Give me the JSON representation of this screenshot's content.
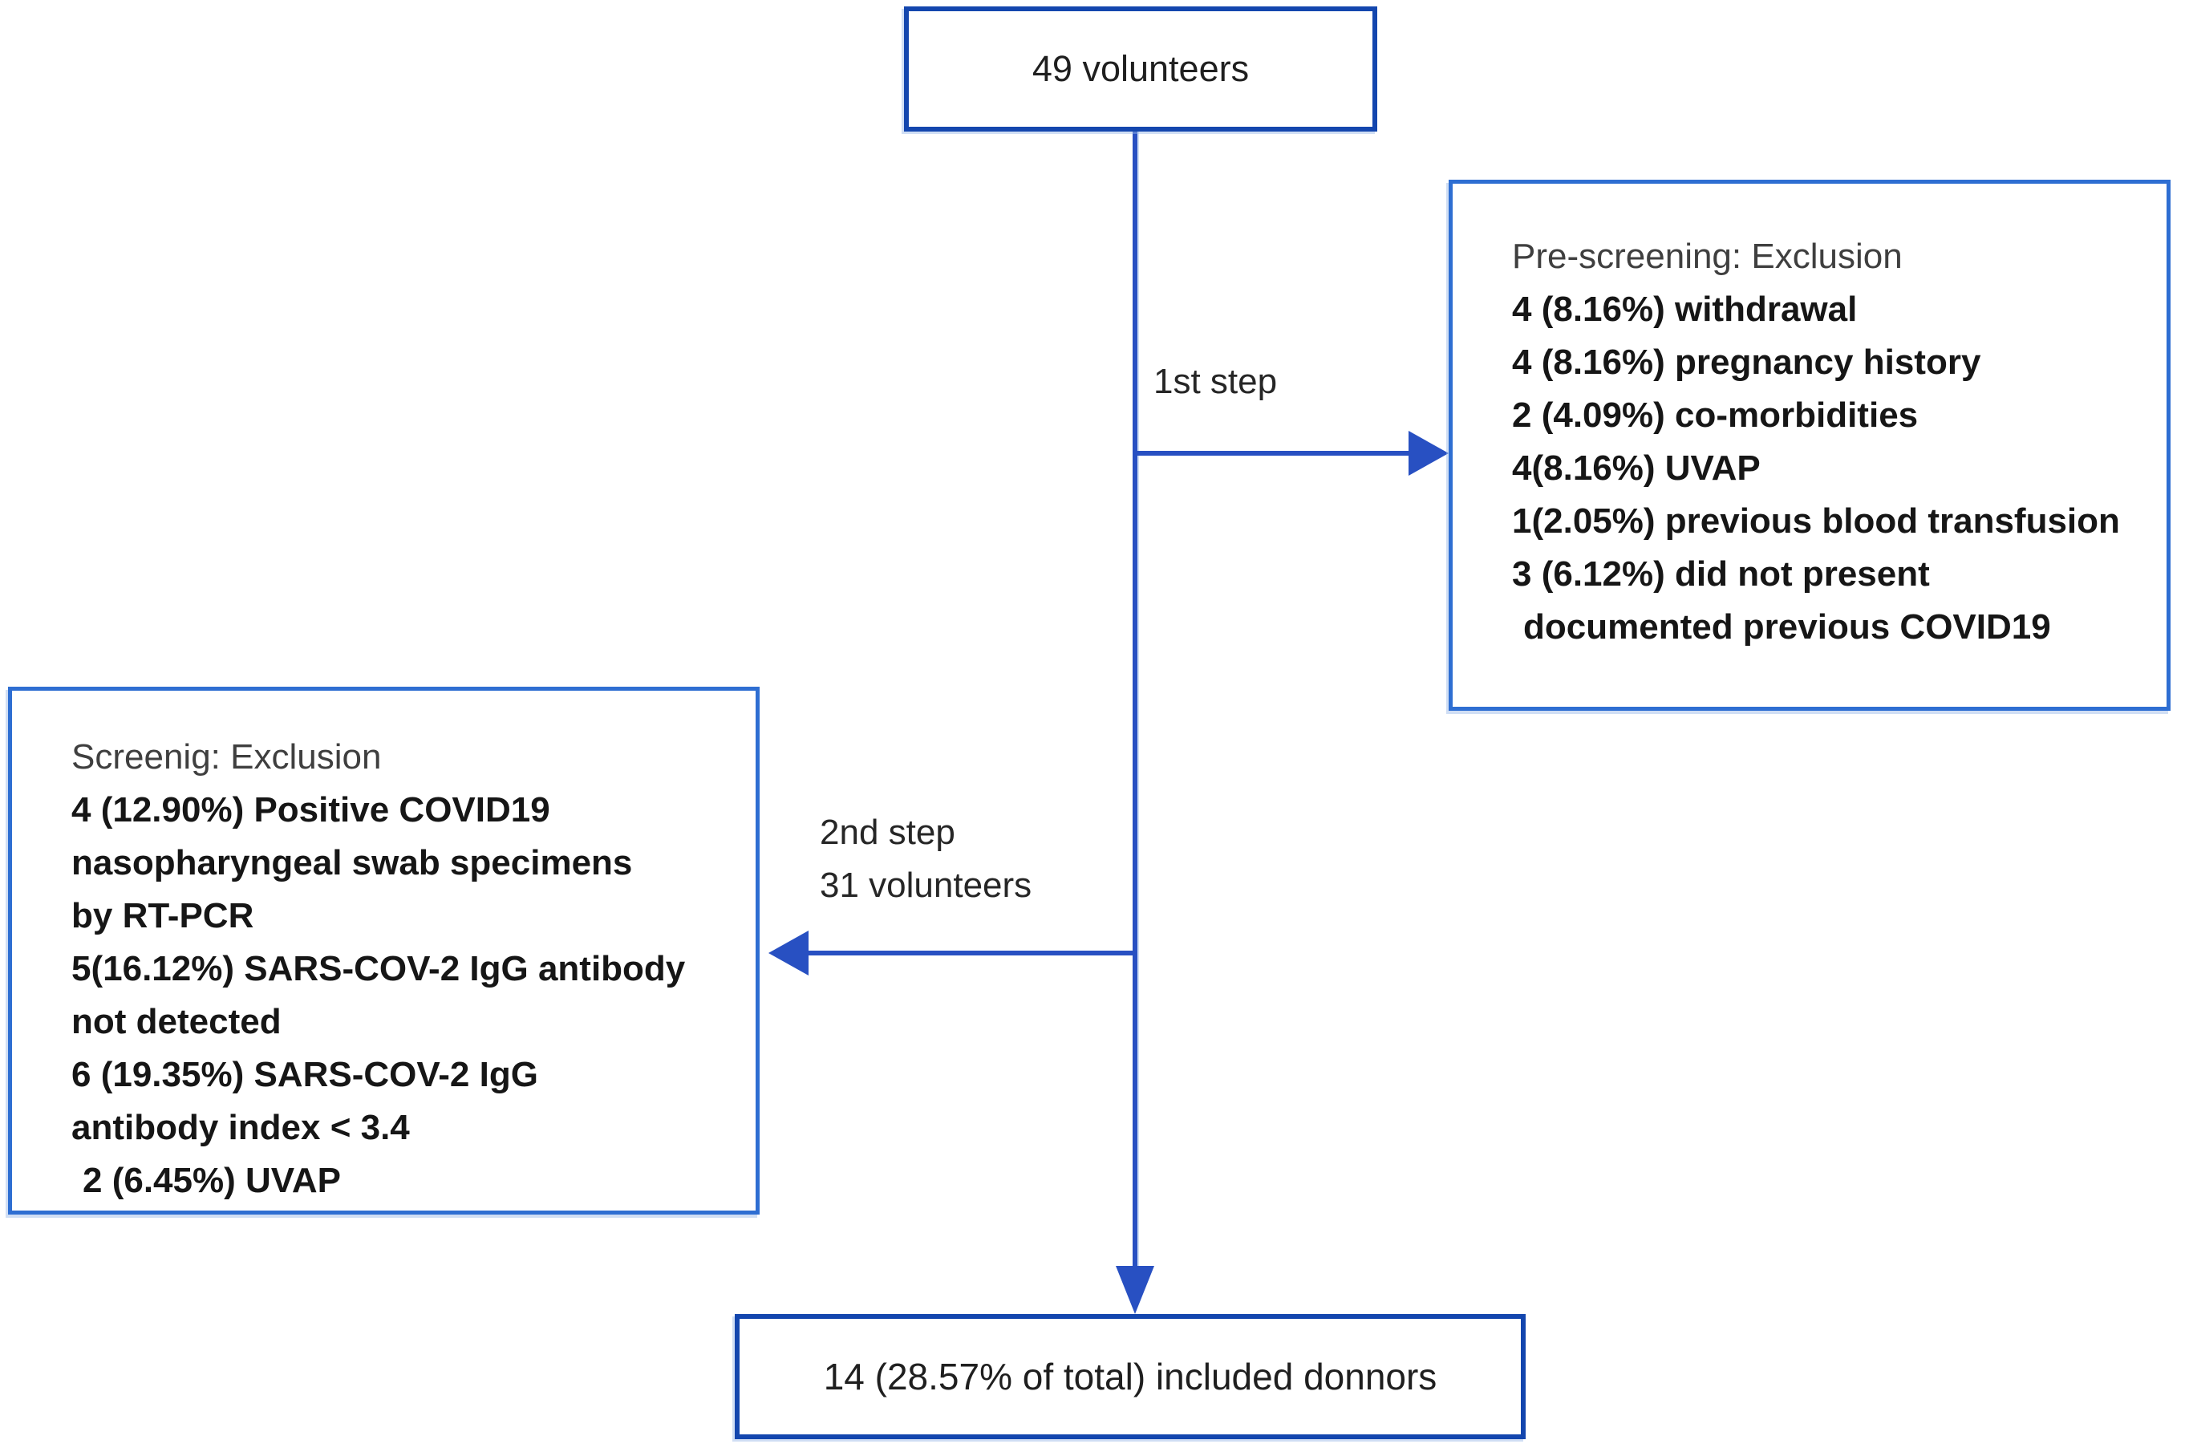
{
  "nodes": {
    "top_box": {
      "text": "49 volunteers"
    },
    "right_box": {
      "lines": [
        "Pre-screening: Exclusion",
        "4 (8.16%) withdrawal",
        "4 (8.16%) pregnancy history",
        "2 (4.09%) co-morbidities",
        "4(8.16%) UVAP",
        "1(2.05%) previous blood transfusion",
        "3 (6.12%) did not present",
        "documented previous COVID19"
      ]
    },
    "left_box": {
      "lines": [
        "Screenig: Exclusion",
        "4 (12.90%) Positive COVID19",
        "nasopharyngeal swab specimens",
        "by RT-PCR",
        "5(16.12%) SARS-COV-2 IgG antibody",
        "not detected",
        "6 (19.35%) SARS-COV-2 IgG",
        "antibody index < 3.4",
        "2 (6.45%) UVAP"
      ]
    },
    "bottom_box": {
      "text": "14 (28.57% of total) included donnors"
    }
  },
  "labels": {
    "step1": "1st step",
    "step2": "2nd step",
    "step2_count": "31 volunteers"
  },
  "colors": {
    "box_border_dark": "#1346ae",
    "box_border_mid": "#2e6ed2",
    "arrow": "#2850c2"
  }
}
